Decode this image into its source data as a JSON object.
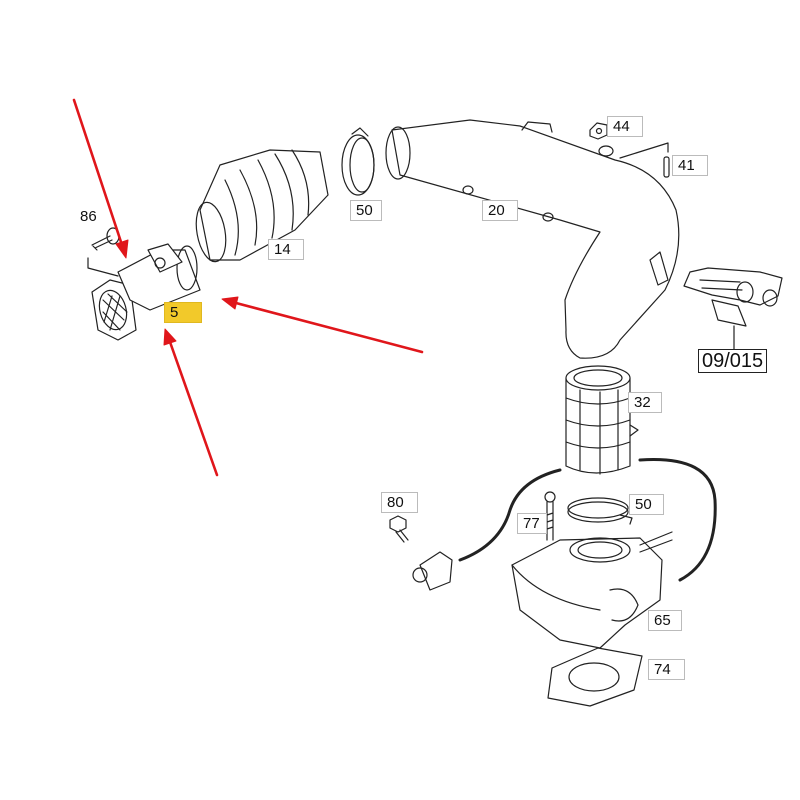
{
  "diagram": {
    "highlight_color": "#f2c92a",
    "arrow_color": "#e0161b",
    "labels": {
      "p86": "86",
      "p5": "5",
      "p14": "14",
      "p50a": "50",
      "p20": "20",
      "p44": "44",
      "p41": "41",
      "p09015": "09/015",
      "p32": "32",
      "p80": "80",
      "p77": "77",
      "p50b": "50",
      "p65": "65",
      "p74": "74"
    }
  }
}
